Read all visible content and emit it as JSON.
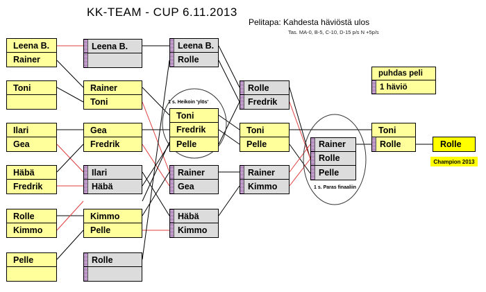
{
  "header": {
    "title": "KK-TEAM - CUP 6.11.2013",
    "game_type": "Pelitapa:   Kahdesta häviöstä ulos",
    "tiebreak": "Tas. MA-0, B-5, C-10, D-15 p/s    N +5p/s"
  },
  "legend": {
    "clean": "puhdas peli",
    "one_loss": "1 häviö"
  },
  "notes": {
    "lucky_loser": "1 s. Heikoin 'ylös'",
    "best_to_final": "1 s. Paras finaaliin"
  },
  "round1": [
    [
      "Leena B.",
      "Rainer"
    ],
    [
      "Toni",
      ""
    ],
    [
      "Ilari",
      "Gea"
    ],
    [
      "Häbä",
      "Fredrik"
    ],
    [
      "Rolle",
      "Kimmo"
    ],
    [
      "Pelle",
      ""
    ]
  ],
  "round2": [
    [
      "Leena B.",
      ""
    ],
    [
      "Rainer",
      "Toni"
    ],
    [
      "Gea",
      "Fredrik"
    ],
    [
      "Ilari",
      "Häbä"
    ],
    [
      "Kimmo",
      "Pelle"
    ],
    [
      "Rolle",
      ""
    ]
  ],
  "round3": [
    [
      "Leena B.",
      "Rolle"
    ],
    [
      "Toni",
      "Fredrik",
      "Pelle"
    ],
    [
      "Rainer",
      "Gea"
    ],
    [
      "Häbä",
      "Kimmo"
    ]
  ],
  "round4": [
    [
      "Rolle",
      "Fredrik"
    ],
    [
      "Toni",
      "Pelle"
    ],
    [
      "Rainer",
      "Kimmo"
    ]
  ],
  "semifinal": [
    "Rainer",
    "Rolle",
    "Pelle"
  ],
  "final": [
    "Toni",
    "Rolle"
  ],
  "champion": {
    "name": "Rolle",
    "caption": "Champion 2013"
  },
  "colors": {
    "clean": "#ffff9c",
    "one_loss": "#dcdcdc",
    "marker": "#8e5a9c",
    "loser_line": "#e03c3c",
    "winner_line": "#000000",
    "champion": "#ffff00"
  }
}
